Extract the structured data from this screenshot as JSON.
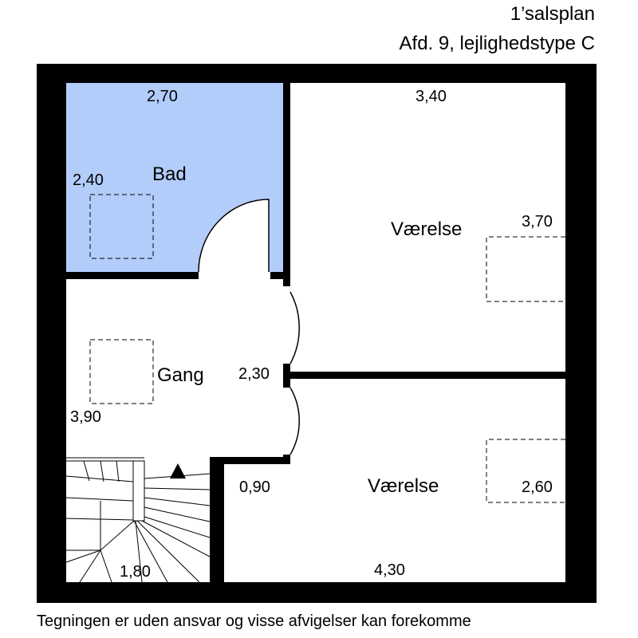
{
  "header": {
    "title": "1’salsplan",
    "subtitle": "Afd. 9, lejlighedstype C"
  },
  "rooms": {
    "bad": "Bad",
    "vaerelse_top": "Værelse",
    "gang": "Gang",
    "vaerelse_bottom": "Værelse"
  },
  "dimensions": {
    "bad_width": "2,70",
    "bad_depth": "2,40",
    "vaerelse_top_width": "3,40",
    "vaerelse_top_depth": "3,70",
    "gang_width": "2,30",
    "gang_depth": "3,90",
    "gang_step": "0,90",
    "stair_width": "1,80",
    "vaerelse_bottom_width": "4,30",
    "vaerelse_bottom_depth": "2,60"
  },
  "colors": {
    "bathroom_fill": "#b3cdfa",
    "wall": "#000000"
  },
  "footer": "Tegningen er uden ansvar og visse afvigelser kan forekomme"
}
